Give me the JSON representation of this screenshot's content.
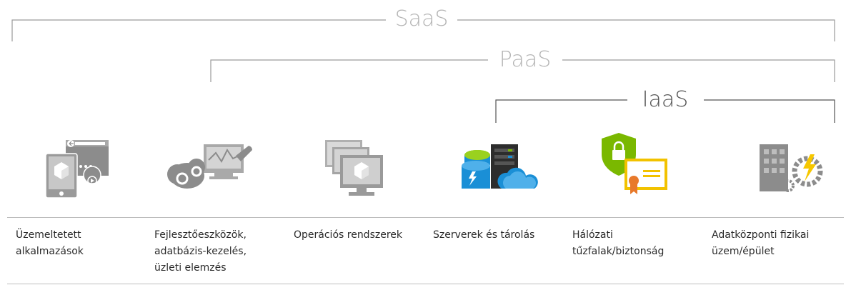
{
  "tiers": {
    "saas": "SaaS",
    "paas": "PaaS",
    "iaas": "IaaS"
  },
  "items": [
    {
      "icon": "hosted-apps-icon",
      "caption": "Üzemeltetett alkalmazások"
    },
    {
      "icon": "dev-tools-icon",
      "caption": "Fejlesztőeszközök, adatbázis-kezelés, üzleti elemzés"
    },
    {
      "icon": "operating-systems-icon",
      "caption": "Operációs rendszerek"
    },
    {
      "icon": "servers-storage-icon",
      "caption": "Szerverek és tárolás"
    },
    {
      "icon": "firewall-security-icon",
      "caption": "Hálózati tűzfalak/biztonság"
    },
    {
      "icon": "datacenter-icon",
      "caption": "Adatközponti fizikai üzem/épület"
    }
  ],
  "colors": {
    "bracket_saas_paas": "#9a9a9a",
    "bracket_iaas": "#555555",
    "label_light": "#b5b5b5",
    "label_dark": "#555555",
    "icon_gray": "#8c8c8c",
    "azure_blue": "#1a8fd6",
    "security_green": "#7ab800",
    "certificate_yellow": "#f2c200",
    "lightning_yellow": "#f6c700"
  }
}
